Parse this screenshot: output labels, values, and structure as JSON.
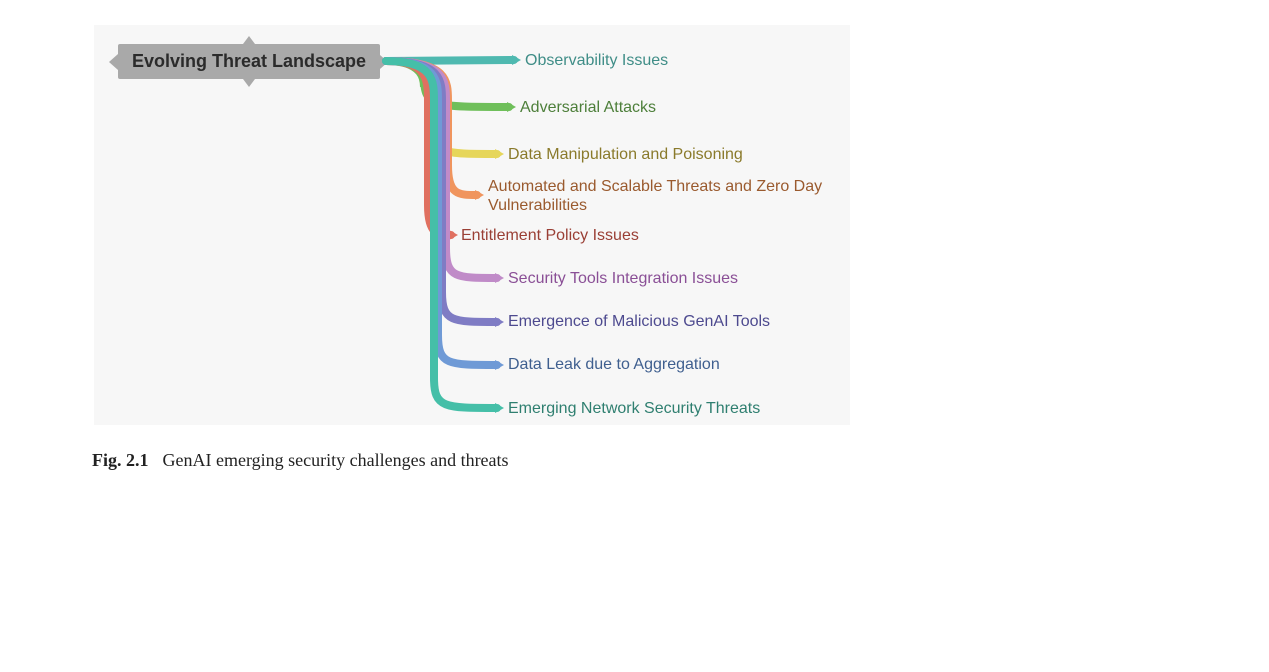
{
  "diagram": {
    "root": {
      "label": "Evolving Threat Landscape",
      "color": "#a9a9a9"
    },
    "branches": [
      {
        "label": "Observability Issues",
        "color": "#4fb9b0",
        "text_color": "#3f8d87"
      },
      {
        "label": "Adversarial Attacks",
        "color": "#6fbf5a",
        "text_color": "#4d7f3a"
      },
      {
        "label": "Data Manipulation and Poisoning",
        "color": "#e6d65a",
        "text_color": "#8a7a2b"
      },
      {
        "label": "Automated and Scalable Threats and Zero Day Vulnerabilities",
        "color": "#f0955e",
        "text_color": "#9a5a2e"
      },
      {
        "label": "Entitlement Policy Issues",
        "color": "#e07060",
        "text_color": "#9a3f35"
      },
      {
        "label": "Security Tools Integration Issues",
        "color": "#c08bc8",
        "text_color": "#8a4f96"
      },
      {
        "label": "Emergence of Malicious GenAI Tools",
        "color": "#7f7cc4",
        "text_color": "#4d4a8f"
      },
      {
        "label": "Data Leak due to Aggregation",
        "color": "#6f9ad6",
        "text_color": "#3f5f8f"
      },
      {
        "label": "Emerging Network Security Threats",
        "color": "#45bfa8",
        "text_color": "#2f7f70"
      }
    ]
  },
  "caption": {
    "number": "Fig. 2.1",
    "text": "GenAI emerging security challenges and threats"
  }
}
